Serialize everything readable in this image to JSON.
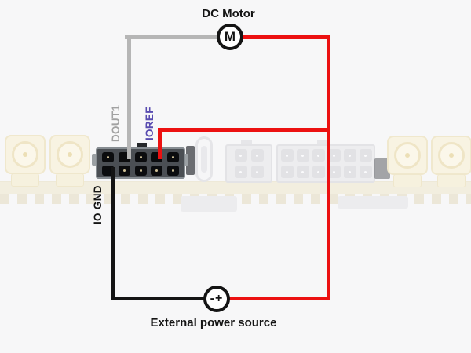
{
  "diagram": {
    "motor": {
      "label": "DC Motor",
      "symbol": "M"
    },
    "power_source": {
      "label": "External power source",
      "symbol_minus": "-",
      "symbol_plus": "+"
    },
    "pins": {
      "dout1": "DOUT1",
      "ioref": "IOREF",
      "io_gnd": "IO GND"
    },
    "connector": {
      "rows": 2,
      "cols": 5,
      "wired_pins": [
        "DOUT1 (top row pin 2)",
        "IOREF (top row pin 4)",
        "IO GND (bottom row pin 1)"
      ]
    }
  },
  "colors": {
    "wire_red": "#ec1111",
    "wire_gray": "#b6b6b6",
    "wire_black": "#141414",
    "label_dout1": "#a2a2a2",
    "label_ioref": "#584bb0",
    "text": "#141414",
    "bg": "#f7f7f8"
  }
}
